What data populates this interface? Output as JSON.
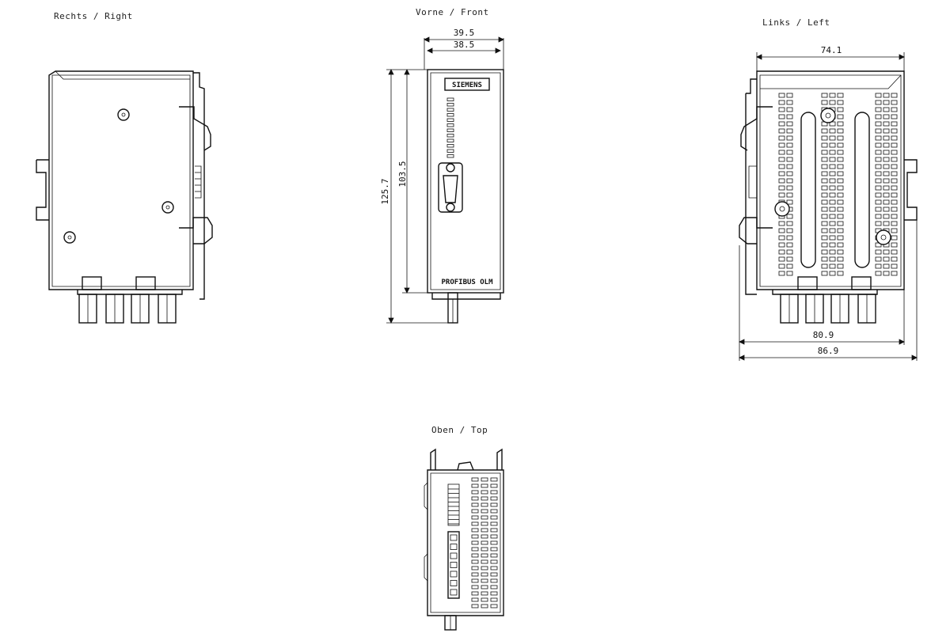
{
  "views": {
    "right": {
      "title": "Rechts / Right"
    },
    "front": {
      "title": "Vorne / Front",
      "brand_label": "SIEMENS",
      "product_label": "PROFIBUS OLM"
    },
    "left": {
      "title": "Links / Left"
    },
    "top": {
      "title": "Oben / Top"
    }
  },
  "dimensions": {
    "front_width_outer": "39.5",
    "front_width_inner": "38.5",
    "front_height_total": "125.7",
    "front_height_body": "103.5",
    "left_depth_top": "74.1",
    "left_depth_mid": "80.9",
    "left_depth_total": "86.9"
  }
}
